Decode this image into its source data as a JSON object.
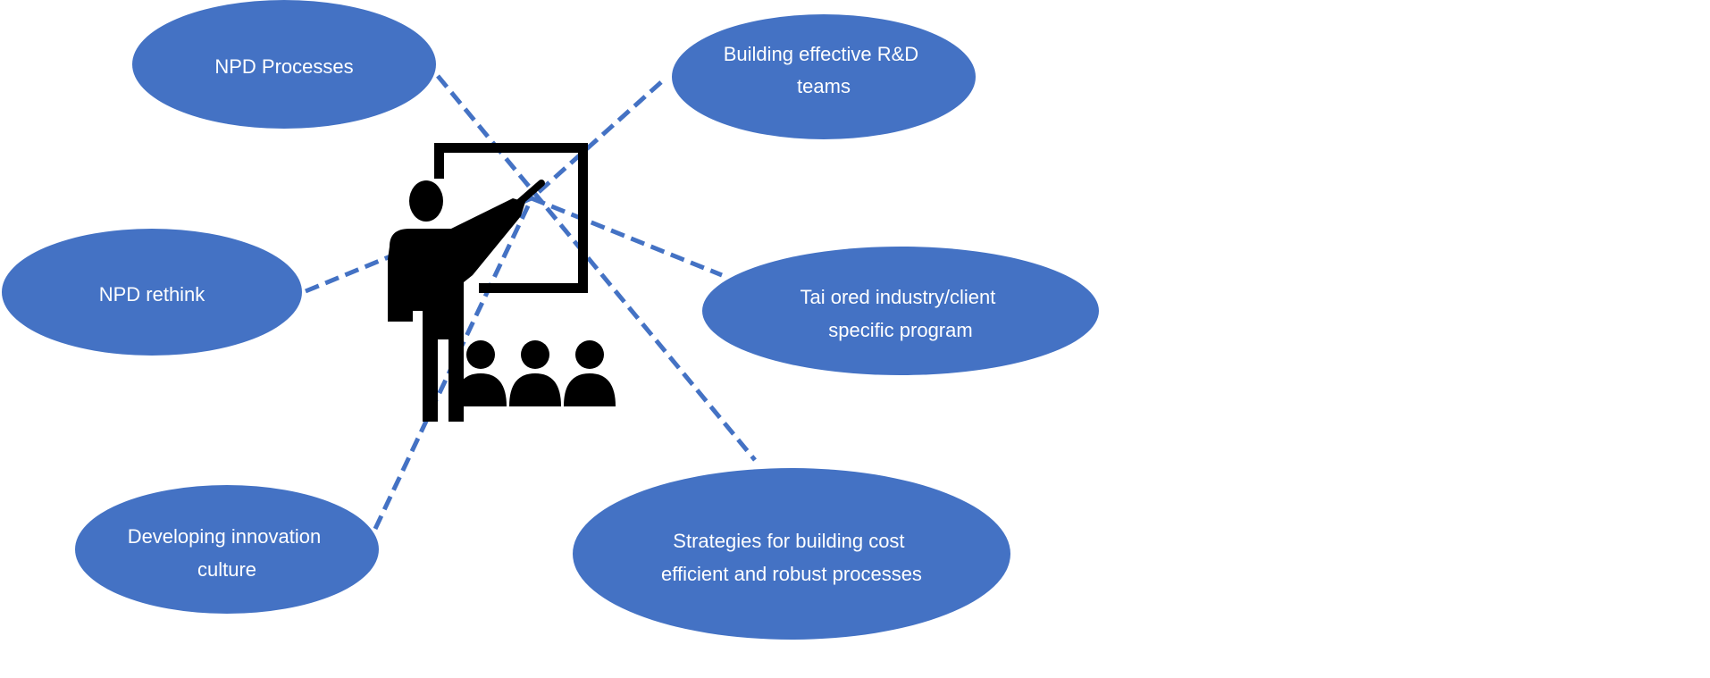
{
  "diagram": {
    "colors": {
      "node_fill": "#4472c4",
      "connector": "#4472c4",
      "label_text": "#ffffff",
      "icon_fill": "#000000",
      "background": "#ffffff"
    },
    "center_icon": "presenter-with-whiteboard-and-audience-icon",
    "connector_style": "dashed",
    "topics": [
      {
        "id": "npd-processes",
        "lines": [
          "NPD Processes"
        ]
      },
      {
        "id": "building-rd-teams",
        "lines": [
          "Building effective R&D",
          "teams"
        ]
      },
      {
        "id": "npd-rethink",
        "lines": [
          "NPD rethink"
        ]
      },
      {
        "id": "tailored-program",
        "lines": [
          "Tai ored industry/client",
          "specific program"
        ]
      },
      {
        "id": "innovation-culture",
        "lines": [
          "Developing innovation",
          "culture"
        ]
      },
      {
        "id": "cost-efficient",
        "lines": [
          "Strategies for building cost",
          "efficient and robust processes"
        ]
      }
    ]
  }
}
